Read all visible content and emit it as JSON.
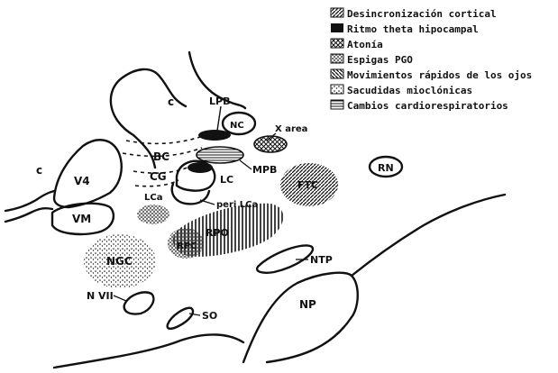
{
  "legend": {
    "items": [
      {
        "label": "Desincronización cortical",
        "pattern": "diag-right"
      },
      {
        "label": "Ritmo theta hipocampal",
        "pattern": "solid"
      },
      {
        "label": "Atonía",
        "pattern": "crosshatch"
      },
      {
        "label": "Espigas PGO",
        "pattern": "dots-dense"
      },
      {
        "label": "Movimientos rápidos de los ojos",
        "pattern": "diag-left"
      },
      {
        "label": "Sacudidas mioclónicas",
        "pattern": "dots-sparse"
      },
      {
        "label": "Cambios cardiorespiratorios",
        "pattern": "horizontal"
      }
    ]
  },
  "structures": {
    "c_top": "c",
    "c_left": "c",
    "LPB": "LPB",
    "NC": "NC",
    "X_area": "X area",
    "BC": "BC",
    "CG": "CG",
    "MPB": "MPB",
    "LC": "LC",
    "V4": "V4",
    "VM": "VM",
    "LCa": "LCa",
    "peri_LCa": "peri LCa",
    "FTC": "FTC",
    "RN": "RN",
    "NGC": "NGC",
    "RPC": "RPC",
    "RPO": "RPO",
    "NTP": "NTP",
    "NVII": "N VII",
    "SO": "SO",
    "NP": "NP"
  },
  "colors": {
    "ink": "#111111",
    "background": "#ffffff"
  }
}
